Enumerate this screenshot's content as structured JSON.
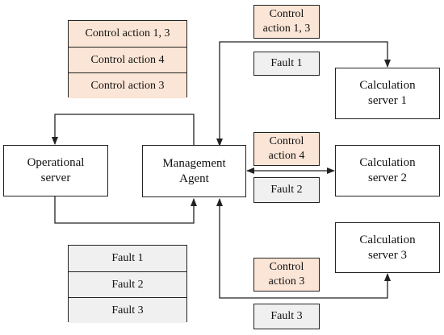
{
  "nodes": {
    "operational": "Operational\nserver",
    "agent": "Management\nAgent",
    "calc1": "Calculation\nserver 1",
    "calc2": "Calculation\nserver 2",
    "calc3": "Calculation\nserver 3"
  },
  "control_stack": [
    "Control action 1, 3",
    "Control action 4",
    "Control action 3"
  ],
  "fault_stack": [
    "Fault 1",
    "Fault 2",
    "Fault 3"
  ],
  "edge_labels": {
    "control_1": "Control\naction 1, 3",
    "fault_1": "Fault 1",
    "control_2": "Control\naction 4",
    "fault_2": "Fault 2",
    "control_3": "Control\naction 3",
    "fault_3": "Fault 3"
  },
  "colors": {
    "control_fill": "#fbe5d6",
    "fault_fill": "#f0f0f0",
    "line": "#222222"
  }
}
